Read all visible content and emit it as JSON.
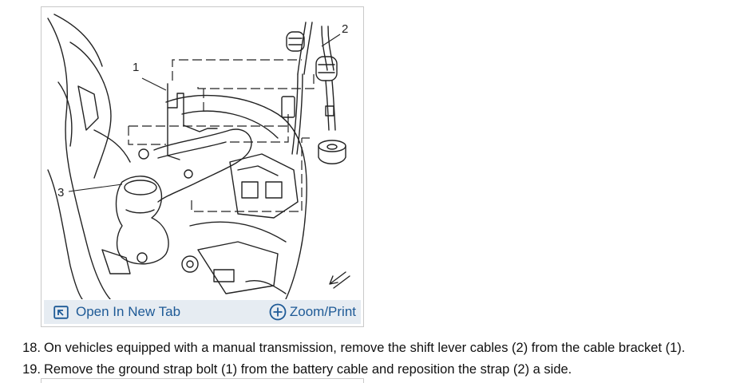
{
  "figure": {
    "callouts": [
      "1",
      "2",
      "3"
    ],
    "open_tab_label": "Open In New Tab",
    "zoom_label": "Zoom/Print",
    "link_color": "#1e5a96",
    "toolbar_color": "#e6ecf2"
  },
  "steps": [
    {
      "number": "18.",
      "text": "On vehicles equipped with a manual transmission, remove the shift lever cables (2) from the cable bracket (1)."
    },
    {
      "number": "19.",
      "text": "Remove the ground strap bolt (1) from the battery cable and reposition the strap (2) a side."
    }
  ]
}
